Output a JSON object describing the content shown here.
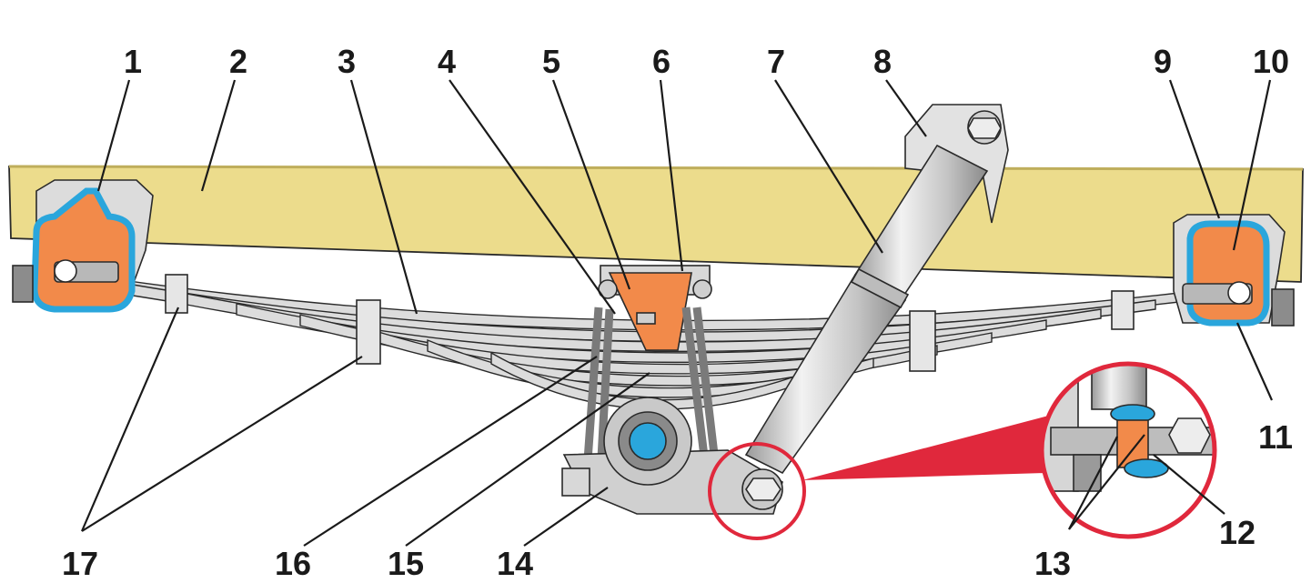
{
  "labels": {
    "l1": "1",
    "l2": "2",
    "l3": "3",
    "l4": "4",
    "l5": "5",
    "l6": "6",
    "l7": "7",
    "l8": "8",
    "l9": "9",
    "l10": "10",
    "l11": "11",
    "l12": "12",
    "l13": "13",
    "l14": "14",
    "l15": "15",
    "l16": "16",
    "l17": "17"
  },
  "colors": {
    "frame": "#ecdc8c",
    "bushing_orange": "#f28a4a",
    "bracket_blue": "#2aa6dc",
    "highlight_red": "#e0283c",
    "metal_light": "#e4e4e4",
    "metal_mid": "#bdbdbd",
    "metal_dark": "#8c8c8c"
  }
}
